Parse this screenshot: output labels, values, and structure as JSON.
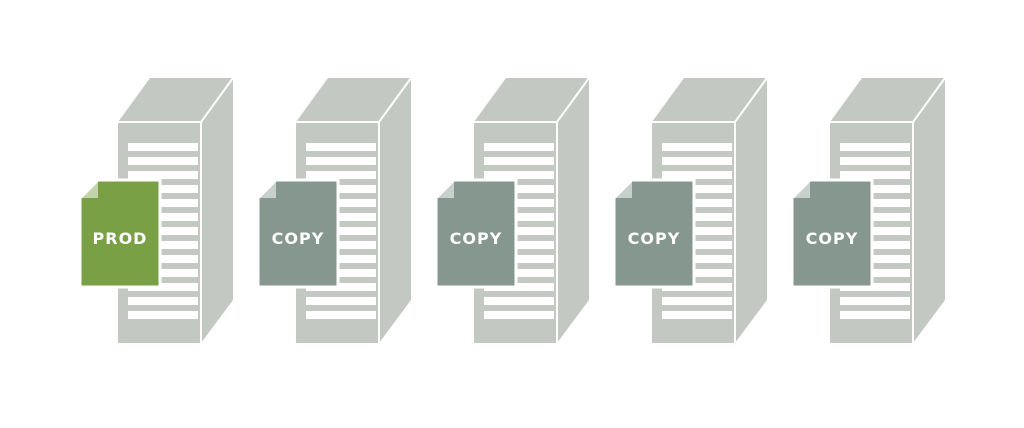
{
  "colors": {
    "server_face": "#c3c8c3",
    "server_top": "#c3c8c3",
    "server_side": "#c3c8c3",
    "server_lines": "#ffffff",
    "prod_doc": "#7aa046",
    "copy_doc": "#869790",
    "doc_text": "#ffffff",
    "background": "#ffffff"
  },
  "servers": [
    {
      "label": "PROD",
      "kind": "prod"
    },
    {
      "label": "COPY",
      "kind": "copy"
    },
    {
      "label": "COPY",
      "kind": "copy"
    },
    {
      "label": "COPY",
      "kind": "copy"
    },
    {
      "label": "COPY",
      "kind": "copy"
    }
  ]
}
